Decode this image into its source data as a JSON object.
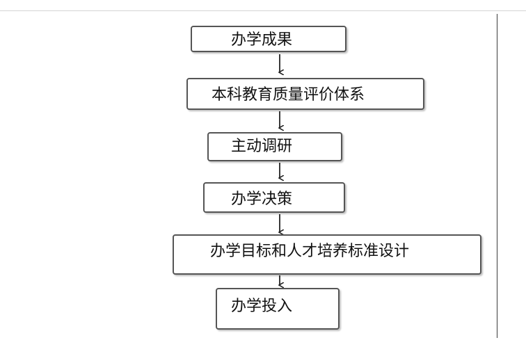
{
  "flowchart": {
    "steps": [
      "办学成果",
      "本科教育质量评价体系",
      "主动调研",
      "办学决策",
      "办学目标和人才培养标准设计",
      "办学投入"
    ]
  }
}
